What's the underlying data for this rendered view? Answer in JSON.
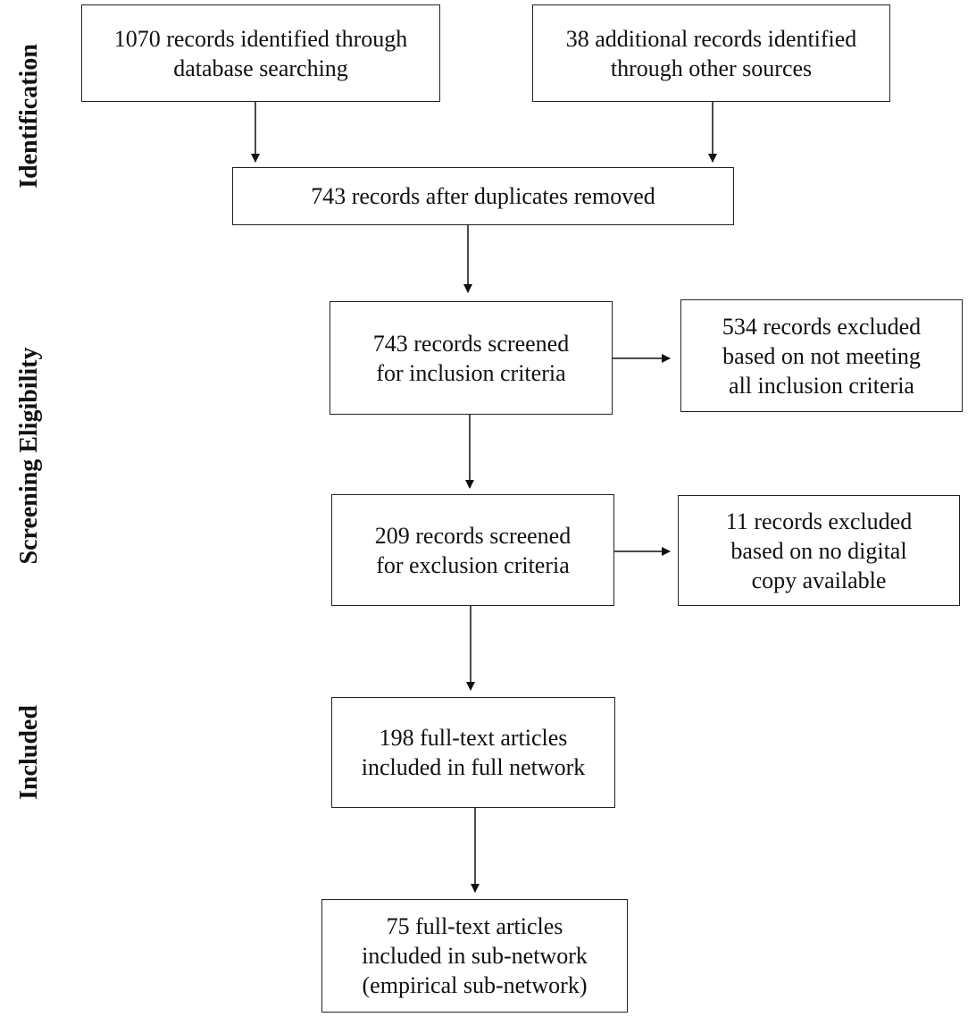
{
  "stages": {
    "identification": "Identification",
    "screening_eligibility": "Screening Eligibility",
    "included": "Included"
  },
  "boxes": {
    "database_records": [
      "1070 records identified through",
      "database searching"
    ],
    "other_sources": [
      "38 additional records identified",
      "through other sources"
    ],
    "after_duplicates": [
      "743 records after duplicates removed"
    ],
    "screened_inclusion": [
      "743 records screened",
      "for inclusion criteria"
    ],
    "excluded_inclusion": [
      "534 records excluded",
      "based on not meeting",
      "all inclusion criteria"
    ],
    "screened_exclusion": [
      "209 records screened",
      "for exclusion criteria"
    ],
    "excluded_no_copy": [
      "11 records excluded",
      "based on no digital",
      "copy available"
    ],
    "full_network": [
      "198 full-text articles",
      "included in full network"
    ],
    "sub_network": [
      "75 full-text articles",
      "included in sub-network",
      "(empirical sub-network)"
    ]
  }
}
